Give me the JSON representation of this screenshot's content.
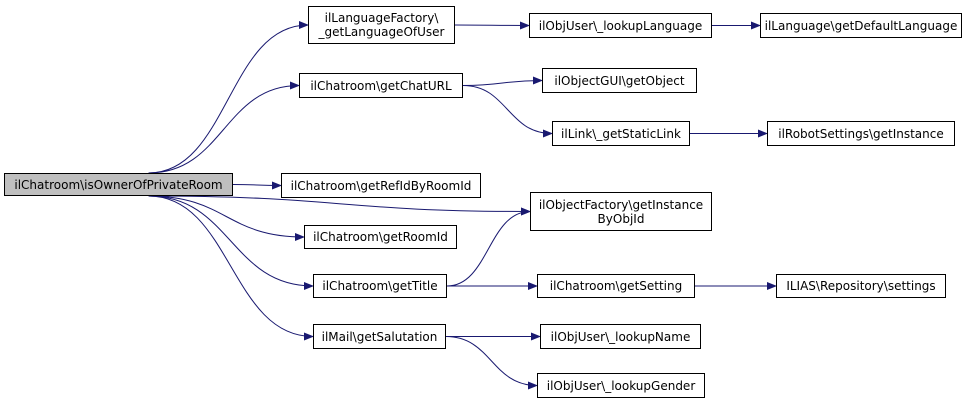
{
  "colors": {
    "edge": "#191970",
    "root_fill": "#bfbfbf",
    "node_fill": "#ffffff",
    "node_border": "#000000"
  },
  "nodes": {
    "n0": {
      "label": "ilChatroom\\isOwnerOfPrivateRoom"
    },
    "n1": {
      "label": "ilLanguageFactory\\\n_getLanguageOfUser"
    },
    "n2": {
      "label": "ilObjUser\\_lookupLanguage"
    },
    "n3": {
      "label": "ilLanguage\\getDefaultLanguage"
    },
    "n4": {
      "label": "ilChatroom\\getChatURL"
    },
    "n5": {
      "label": "ilObjectGUI\\getObject"
    },
    "n6": {
      "label": "ilLink\\_getStaticLink"
    },
    "n7": {
      "label": "ilRobotSettings\\getInstance"
    },
    "n8": {
      "label": "ilObjectFactory\\getInstance\nByObjId"
    },
    "n9": {
      "label": "ilChatroom\\getRefIdByRoomId"
    },
    "n10": {
      "label": "ilChatroom\\getRoomId"
    },
    "n11": {
      "label": "ilChatroom\\getTitle"
    },
    "n12": {
      "label": "ilChatroom\\getSetting"
    },
    "n13": {
      "label": "ILIAS\\Repository\\settings"
    },
    "n14": {
      "label": "ilMail\\getSalutation"
    },
    "n15": {
      "label": "ilObjUser\\_lookupName"
    },
    "n16": {
      "label": "ilObjUser\\_lookupGender"
    }
  },
  "edges": [
    [
      "n0",
      "n1"
    ],
    [
      "n0",
      "n4"
    ],
    [
      "n0",
      "n8"
    ],
    [
      "n0",
      "n9"
    ],
    [
      "n0",
      "n10"
    ],
    [
      "n0",
      "n11"
    ],
    [
      "n0",
      "n14"
    ],
    [
      "n1",
      "n2"
    ],
    [
      "n2",
      "n3"
    ],
    [
      "n4",
      "n5"
    ],
    [
      "n4",
      "n6"
    ],
    [
      "n6",
      "n7"
    ],
    [
      "n11",
      "n8"
    ],
    [
      "n11",
      "n12"
    ],
    [
      "n12",
      "n13"
    ],
    [
      "n14",
      "n15"
    ],
    [
      "n14",
      "n16"
    ]
  ]
}
